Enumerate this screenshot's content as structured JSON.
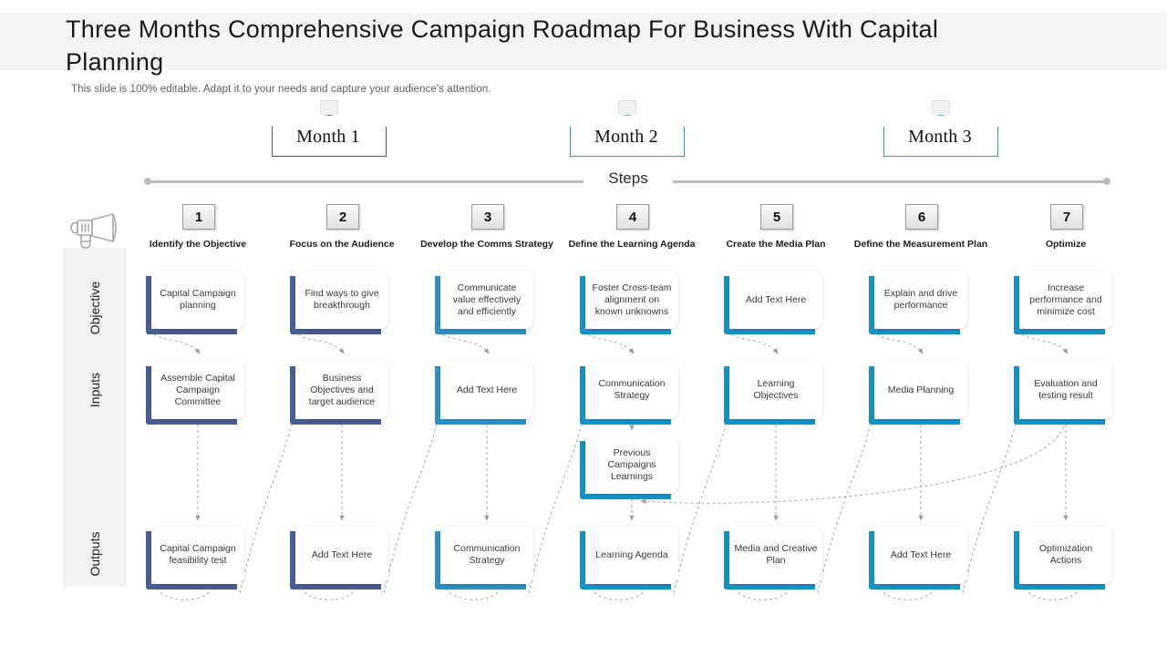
{
  "header": {
    "title": "Three Months Comprehensive Campaign Roadmap For Business With Capital Planning",
    "subtitle": "This slide is 100% editable. Adapt it to your needs and capture your audience's attention."
  },
  "months": [
    {
      "label": "Month 1",
      "accent": "#5b5b5b"
    },
    {
      "label": "Month 2",
      "accent": "#2e9fbf"
    },
    {
      "label": "Month 3",
      "accent": "#2e9fbf"
    }
  ],
  "rail": {
    "label": "Steps"
  },
  "rows": {
    "labels": [
      "Objective",
      "Inputs",
      "Outputs"
    ]
  },
  "sidebar": {
    "icon": "megaphone-icon"
  },
  "colors": {
    "accent_start": "#4f5f8f",
    "accent_end": "#1591c4",
    "rail": "#bcbcbc",
    "band": "#f4f4f4"
  },
  "steps": [
    {
      "number": "1",
      "title": "Identify the Objective",
      "accent": "#4a5d93",
      "objective": "Capital Campaign planning",
      "inputs": "Assemble Capital Campaign Committee",
      "extra": null,
      "outputs": "Capital Campaign feasibility test"
    },
    {
      "number": "2",
      "title": "Focus on the Audience",
      "accent": "#4a5d93",
      "objective": "Find ways to give breakthrough",
      "inputs": "Business Objectives and target audience",
      "extra": null,
      "outputs": "Add Text Here"
    },
    {
      "number": "3",
      "title": "Develop the Comms Strategy",
      "accent": "#2f8fc0",
      "objective": "Communicate value effectively and efficiently",
      "inputs": "Add Text Here",
      "extra": null,
      "outputs": "Communication Strategy"
    },
    {
      "number": "4",
      "title": "Define the Learning Agenda",
      "accent": "#1591c4",
      "objective": "Foster Cross-team alignment on known unknowns",
      "inputs": "Communication Strategy",
      "extra": "Previous Campaigns Learnings",
      "outputs": "Learning Agenda"
    },
    {
      "number": "5",
      "title": "Create the Media Plan",
      "accent": "#1591c4",
      "objective": "Add Text Here",
      "inputs": "Learning Objectives",
      "extra": null,
      "outputs": "Media and Creative Plan"
    },
    {
      "number": "6",
      "title": "Define the Measurement Plan",
      "accent": "#1591c4",
      "objective": "Explain and drive performance",
      "inputs": "Media Planning",
      "extra": null,
      "outputs": "Add Text Here"
    },
    {
      "number": "7",
      "title": "Optimize",
      "accent": "#1591c4",
      "objective": "Increase performance and minimize cost",
      "inputs": "Evaluation and testing result",
      "extra": null,
      "outputs": "Optimization Actions"
    }
  ]
}
